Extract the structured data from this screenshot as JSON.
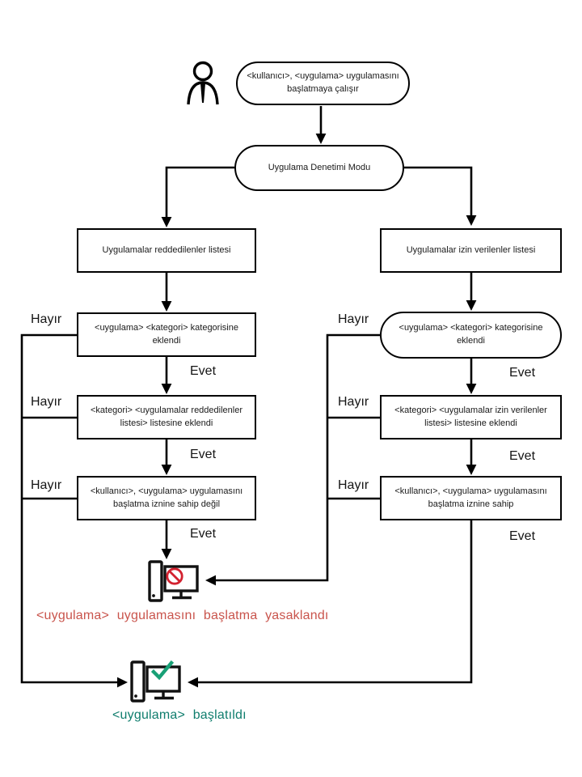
{
  "labels": {
    "yes": "Evet",
    "no": "Hayır"
  },
  "colors": {
    "blocked_sign": "#d32230",
    "blocked_text": "#c9544c",
    "allowed_check": "#18a076",
    "allowed_text": "#0f7d6d"
  },
  "nodes": {
    "start": "<kullanıcı>, <uygulama> uygulamasını başlatmaya çalışır",
    "mode": "Uygulama Denetimi Modu",
    "left": {
      "list": "Uygulamalar reddedilenler listesi",
      "steps": [
        "<uygulama> <kategori> kategorisine eklendi",
        "<kategori> <uygulamalar reddedilenler listesi> listesine eklendi",
        "<kullanıcı>, <uygulama> uygulamasını başlatma iznine sahip değil"
      ]
    },
    "right": {
      "list": "Uygulamalar izin verilenler listesi",
      "steps": [
        "<uygulama> <kategori> kategorisine eklendi",
        "<kategori> <uygulamalar izin verilenler listesi> listesine eklendi",
        "<kullanıcı>, <uygulama> uygulamasını başlatma iznine sahip"
      ]
    }
  },
  "outcomes": {
    "blocked": "<uygulama> uygulamasını başlatma yasaklandı",
    "started": "<uygulama> başlatıldı"
  },
  "icons": {
    "user": "user-icon",
    "blocked_computer": "blocked-computer-icon",
    "allowed_computer": "allowed-computer-icon"
  }
}
